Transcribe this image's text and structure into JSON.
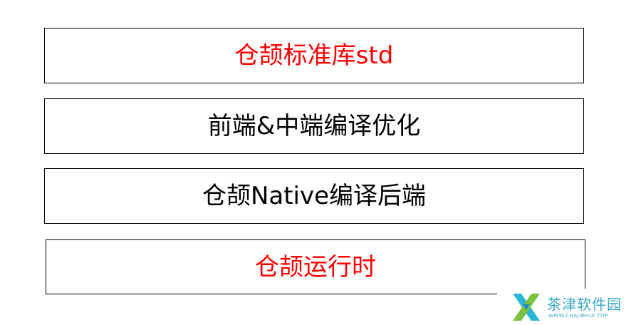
{
  "layers": [
    {
      "label": "仓颉标准库std",
      "color": "#ff0000"
    },
    {
      "label": "前端&中端编译优化",
      "color": "#000000"
    },
    {
      "label": "仓颉Native编译后端",
      "color": "#000000"
    },
    {
      "label": "仓颉运行时",
      "color": "#ff0000"
    }
  ],
  "watermark": {
    "name": "茶津软件园",
    "url": "WWW.CHAJINHUI.TOP",
    "logo_icon": "x-logo-icon",
    "logo_colors": [
      "#2bb6d6",
      "#7cc242",
      "#1e88c8"
    ],
    "text_color": "#35a7c4"
  }
}
